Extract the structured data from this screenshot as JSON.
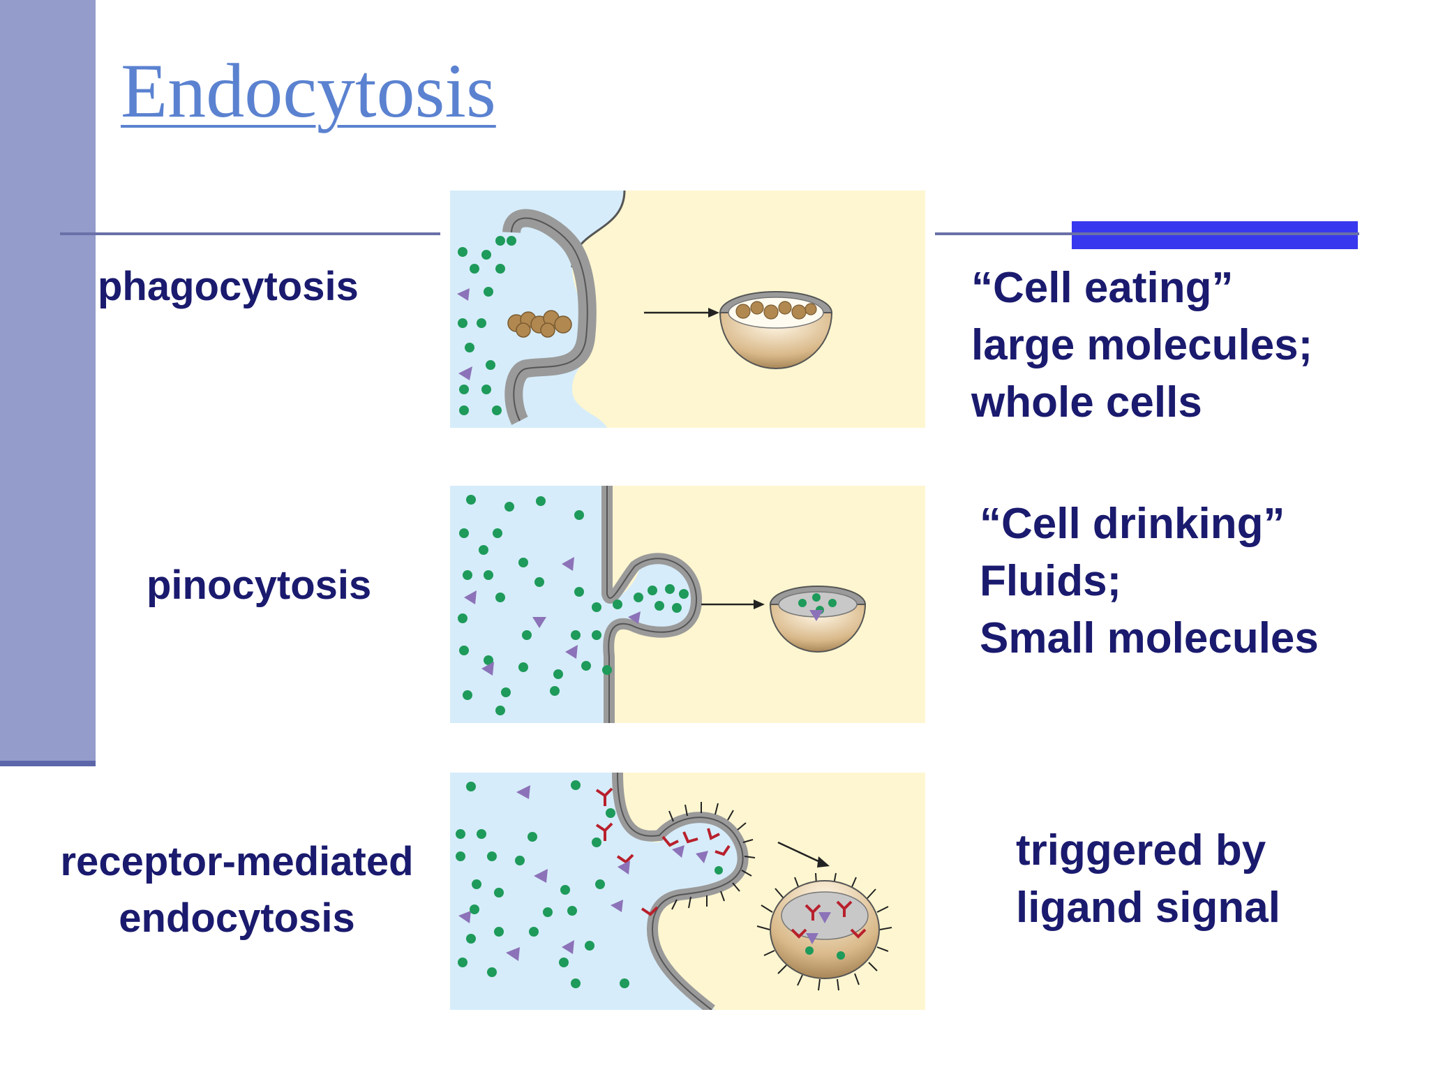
{
  "slide": {
    "title": "Endocytosis",
    "accent_color": "#3838ee",
    "sidebar_color": "#949ccb"
  },
  "diagram": {
    "rows": [
      {
        "label": "phagocytosis",
        "description_lines": [
          "“Cell eating”",
          "large molecules;",
          "whole cells"
        ]
      },
      {
        "label": "pinocytosis",
        "description_lines": [
          "“Cell drinking”",
          "Fluids;",
          "Small molecules"
        ]
      },
      {
        "label_lines": [
          "receptor-mediated",
          "endocytosis"
        ],
        "description_lines": [
          "triggered by",
          "ligand signal"
        ]
      }
    ],
    "colors": {
      "extracellular": "#d6ecfa",
      "cytoplasm": "#fdf6d0",
      "membrane": "#9a9a9a",
      "particle": "#1e9a5a",
      "solute": "#8c72b8",
      "receptor": "#b8202c",
      "engulfed_material": "#b08850"
    }
  }
}
